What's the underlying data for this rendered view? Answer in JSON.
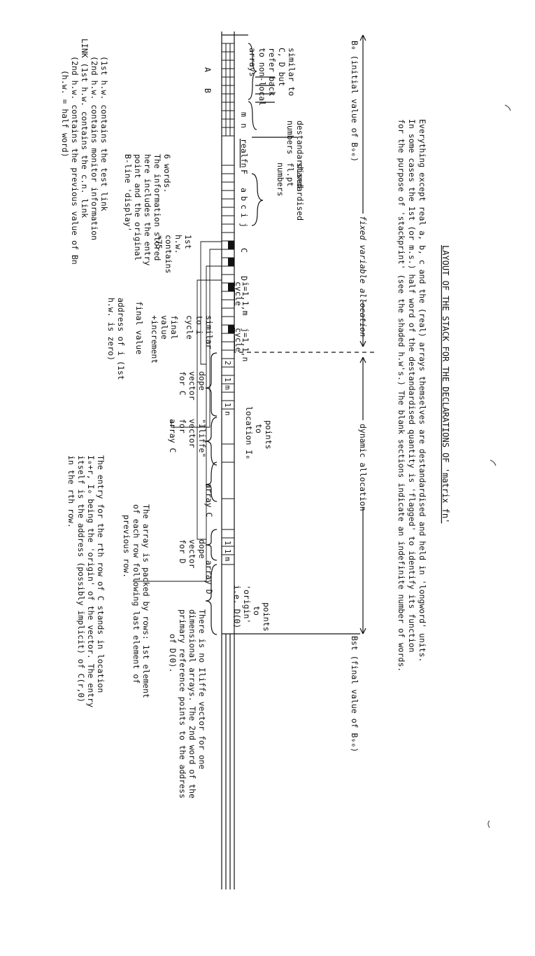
{
  "title": "LAYOUT OF THE STACK FOR THE DECLARATIONS OF 'matrix fn'",
  "intro": [
    "Everything except real a, b, c and the (real) arrays themselves are destandardised and held in 'longword' units.",
    "In some cases the 1st (or m.s.) half word of the destandardised quantity is 'flagged' to identify its function",
    "for the purpose of 'stackprint' (see the shaded h.w's.)  The blank sections indicate an indefinite number of words."
  ],
  "regions": {
    "fixed": "fixed variable allocation",
    "dynamic": "dynamic allocation"
  },
  "b0_initial": "B₀ (initial value of B₉₀)",
  "bst_final": "Bst (final value of B₉₀)",
  "labels": {
    "A": "A",
    "B": "B",
    "m": "m",
    "n": "n",
    "realfn": "realfn",
    "F": "F",
    "a": "a",
    "b": "b",
    "c": "c",
    "i": "i",
    "j": "j",
    "C": "C",
    "D": "D",
    "d2": "2",
    "d1": "1",
    "dm": "m",
    "d1b": "1",
    "dn": "n",
    "e1": "1",
    "e1b": "1",
    "em": "m"
  },
  "notes": {
    "similar": [
      "similar to",
      "C, D but",
      "refer back",
      "to non-local",
      "arrays"
    ],
    "destandardised": [
      "destandardised",
      "numbers"
    ],
    "standardised": [
      "standardised",
      "fl.pt",
      "numbers"
    ],
    "sixwords": [
      "6 words.",
      "The information stored",
      "here includes the entry",
      "point and the original",
      "B-line 'display'"
    ],
    "links": [
      "(1st h.w. contains the test link",
      "(2nd h.w. contains monitor information",
      "LINK (1st h.w. contains the c.n. link",
      "(2nd h.w. contains the previous value of Bn",
      "(h.w. = half word)"
    ],
    "firsthw": [
      "1st",
      "h.w.",
      "contains",
      "*75"
    ],
    "cycle_i": [
      "cycle",
      "i=1,1,m"
    ],
    "cycle_j": [
      "cycle",
      "j=1,1,n"
    ],
    "similar_i": [
      "similar",
      "to i",
      "cycle"
    ],
    "final_value": [
      "final",
      "value",
      "+increment"
    ],
    "final2": [
      "final value"
    ],
    "address_i": [
      "address of i (1st",
      "h.w. is zero)"
    ],
    "dope_c": [
      "dope",
      "vector",
      "for C"
    ],
    "iliffe": [
      "\"Iliffe\"",
      "vector",
      "for",
      "array C"
    ],
    "points_io": [
      "points",
      "to",
      "location I₀"
    ],
    "array_c": "array C",
    "dope_d": [
      "dope",
      "vector",
      "for D"
    ],
    "array_d": "array D",
    "points_origin": [
      "points",
      "to",
      "'origin'",
      "i.e. D(0)"
    ],
    "packed": [
      "The array is packed by rows: 1st element",
      "of each row following last element of",
      "previous row."
    ],
    "entry": [
      "The entry for the rth row of C stands in location",
      "I₀+r, I₀ being the 'origin' of the vector.  The entry",
      "itself is the address (possibly implicit) of C(r,0)",
      "in the rth row."
    ],
    "no_iliffe": [
      "There is no Iliffe vector for one",
      "dimensional arrays.  The 2nd word of the",
      "primary reference points to the address",
      "of D(0)."
    ]
  }
}
